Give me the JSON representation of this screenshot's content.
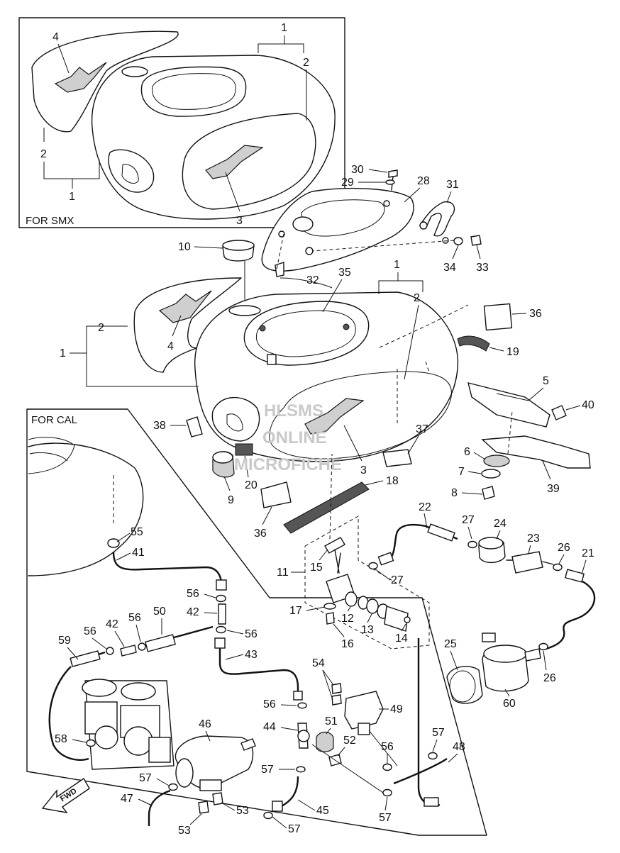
{
  "boxes": {
    "smx_label": "FOR SMX",
    "cal_label": "FOR CAL"
  },
  "watermark": [
    "HLSMS",
    "ONLINE",
    "MICROFICHE"
  ],
  "fwd_label": "FWD",
  "callouts": {
    "smx_1": "1",
    "smx_2a": "2",
    "smx_2b": "2",
    "smx_1b": "1",
    "smx_3": "3",
    "smx_4": "4",
    "p30": "30",
    "p29": "29",
    "p28": "28",
    "p31": "31",
    "p34": "34",
    "p33": "33",
    "p10": "10",
    "p32": "32",
    "p35": "35",
    "p1a": "1",
    "p2a": "2",
    "p36a": "36",
    "p2b": "2",
    "p1b": "1",
    "p4": "4",
    "p19": "19",
    "p5": "5",
    "p40": "40",
    "p38": "38",
    "p37": "37",
    "p6": "6",
    "p7": "7",
    "p8": "8",
    "p39": "39",
    "p3": "3",
    "p20": "20",
    "p9": "9",
    "p18": "18",
    "p36b": "36",
    "p22": "22",
    "p27a": "27",
    "p24": "24",
    "p23": "23",
    "p26a": "26",
    "p21": "21",
    "p55": "55",
    "p41": "41",
    "p11": "11",
    "p15": "15",
    "p27b": "27",
    "p56a": "56",
    "p42a": "42",
    "p50": "50",
    "p17": "17",
    "p12": "12",
    "p13": "13",
    "p16": "16",
    "p14": "14",
    "p56b": "56",
    "p42b": "42",
    "p56c": "56",
    "p56d": "56",
    "p59": "59",
    "p43": "43",
    "p25": "25",
    "p26b": "26",
    "p60": "60",
    "p54": "54",
    "p56e": "56",
    "p49": "49",
    "p46": "46",
    "p44": "44",
    "p51": "51",
    "p52": "52",
    "p57a": "57",
    "p48": "48",
    "p58": "58",
    "p56f": "56",
    "p57b": "57",
    "p57c": "57",
    "p47": "47",
    "p45": "45",
    "p53a": "53",
    "p53b": "53",
    "p57d": "57",
    "p57e": "57"
  }
}
